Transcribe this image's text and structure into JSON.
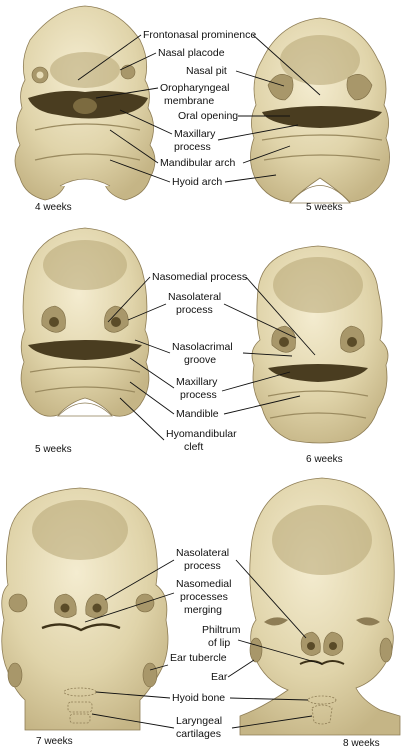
{
  "colors": {
    "skin": "#e3d8b0",
    "skin_shadow": "#b6a675",
    "cavity": "#4a3d20",
    "leader_line": "#111111"
  },
  "panels": {
    "p1": {
      "age": "4 weeks",
      "labels": [
        "Frontonasal prominence",
        "Nasal placode",
        "Oropharyngeal",
        "membrane",
        "Maxillary",
        "process",
        "Mandibular arch",
        "Hyoid arch"
      ]
    },
    "p2": {
      "age": "5 weeks",
      "labels": [
        "Nasal pit",
        "Oral opening",
        "Maxillary",
        "process"
      ]
    },
    "p3": {
      "age": "5 weeks",
      "labels": [
        "Nasomedial process",
        "Nasolateral",
        "process",
        "Nasolacrimal",
        "groove",
        "Maxillary",
        "process",
        "Mandible",
        "Hyomandibular",
        "cleft"
      ]
    },
    "p4": {
      "age": "6 weeks"
    },
    "p5": {
      "age": "7 weeks",
      "labels": [
        "Nasolateral",
        "process",
        "Nasomedial",
        "processes",
        "merging",
        "Ear tubercle",
        "Hyoid bone",
        "Laryngeal",
        "cartilages"
      ]
    },
    "p6": {
      "age": "8 weeks",
      "labels": [
        "Philtrum",
        "of lip",
        "Ear"
      ]
    }
  }
}
